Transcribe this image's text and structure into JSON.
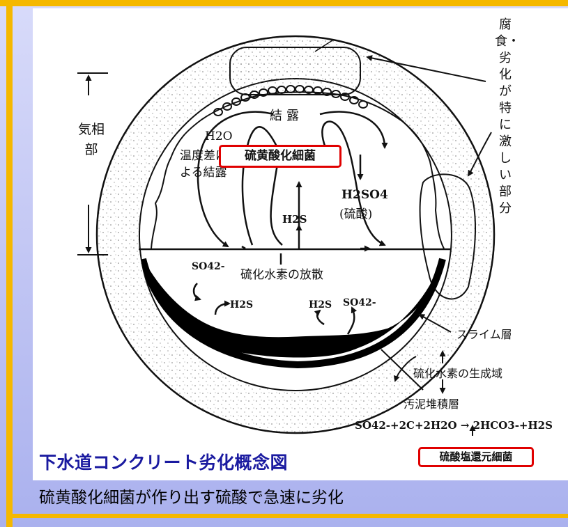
{
  "diagram": {
    "gas_phase_label": "気相部",
    "corrosion_label": "腐食・劣化が特に激しい部分",
    "condensation_top": "結露",
    "water_symbol": "H2O",
    "temp_condensation_line1": "温度差に",
    "temp_condensation_line2": "よる結露",
    "sulfur_oxidizing_bacteria": "硫黄酸化細菌",
    "sulfuric_acid_formula": "H2SO4",
    "sulfuric_acid_name": "(硫酸)",
    "h2s_center": "H2S",
    "h2s_diffusion": "硫化水素の放散",
    "sulfate_left": "SO42-",
    "h2s_left": "H2S",
    "h2s_mid": "H2S",
    "sulfate_right": "SO42-",
    "slime_layer": "スライム層",
    "h2s_generation_zone": "硫化水素の生成域",
    "sludge_layer": "汚泥堆積層",
    "reaction_equation": "SO42-+2C+2H2O → 2HCO3-+H2S",
    "sulfate_reducing_bacteria": "硫酸塩還元細菌"
  },
  "caption": {
    "title": "下水道コンクリート劣化概念図",
    "subtitle": "硫黄酸化細菌が作り出す硫酸で急速に劣化"
  },
  "colors": {
    "frame_accent": "#f5b800",
    "background": "#c4c8f4",
    "title_text": "#1a1aa0",
    "highlight_box": "#e00000"
  }
}
